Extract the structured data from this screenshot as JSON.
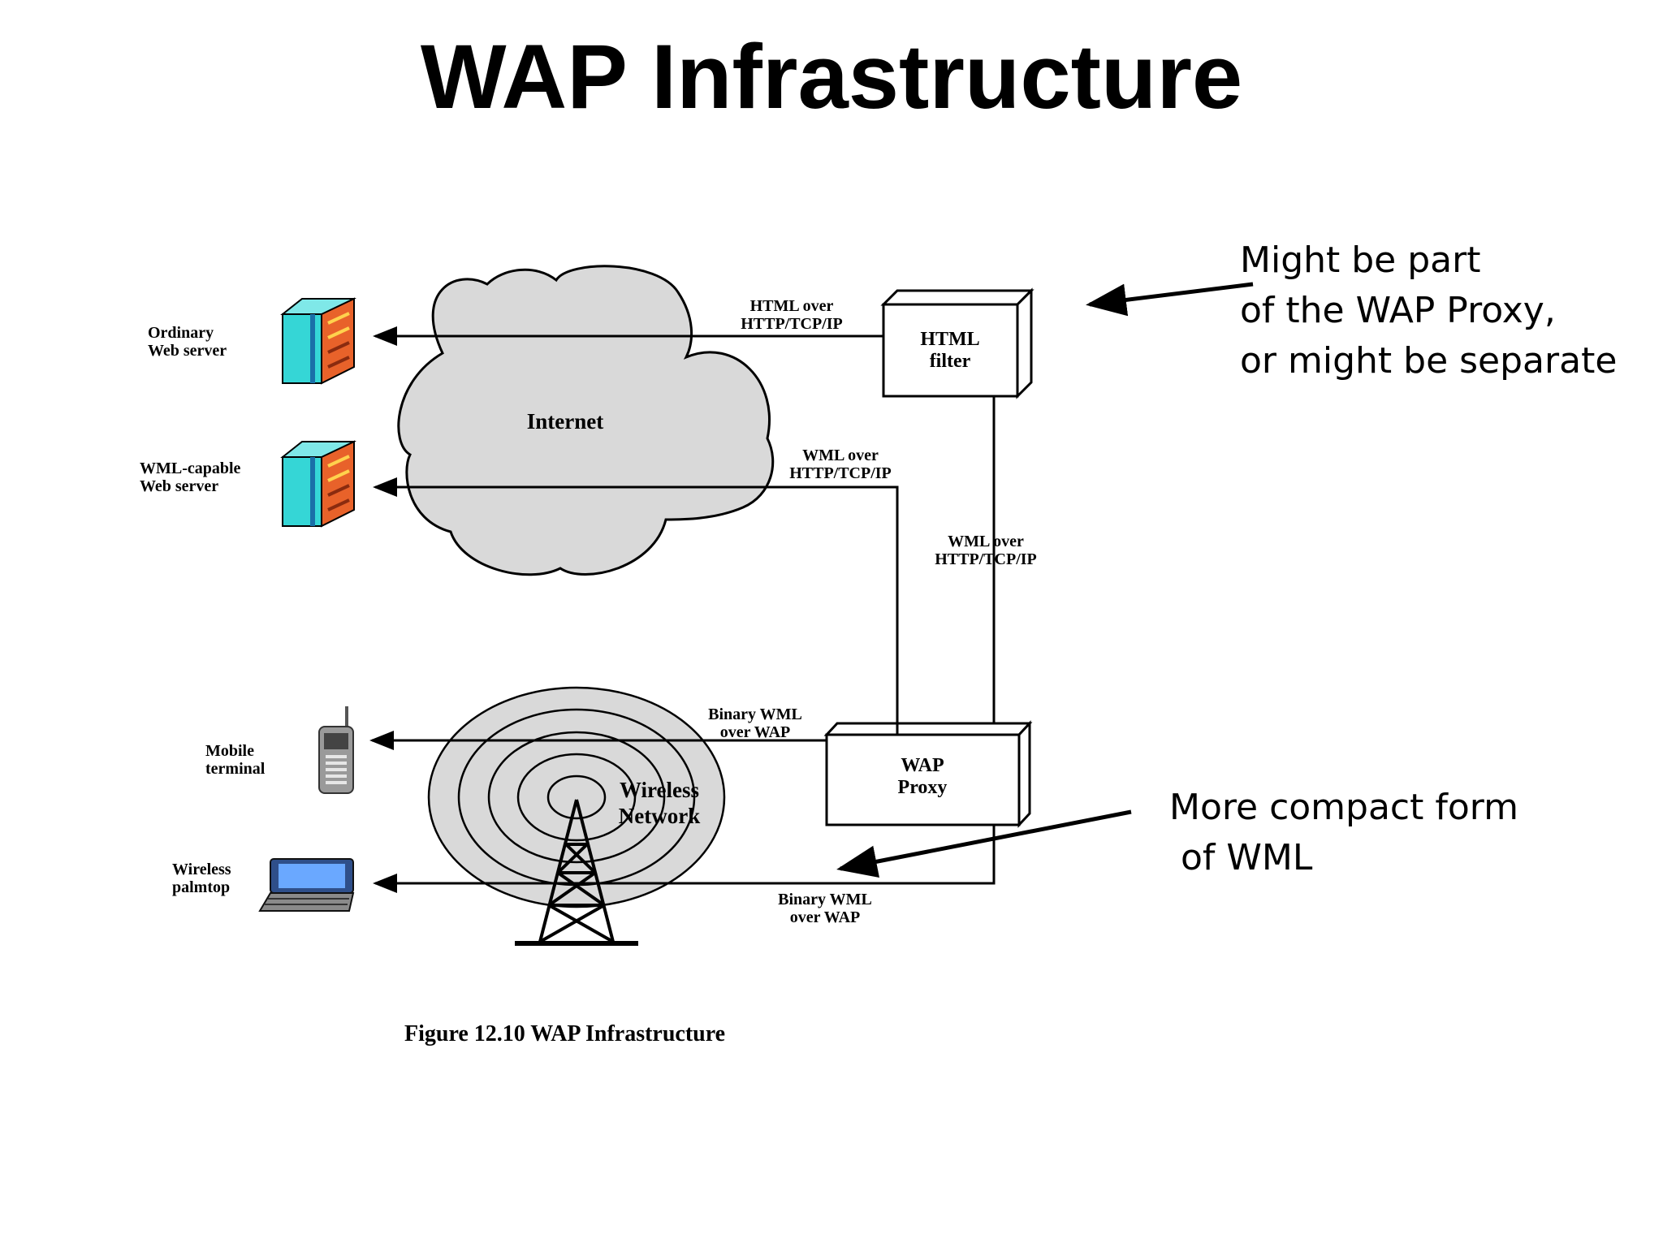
{
  "title": "WAP Infrastructure",
  "diagram": {
    "cloud_label": "Internet",
    "wireless_label": [
      "Wireless",
      "Network"
    ],
    "html_filter_label": [
      "HTML",
      "filter"
    ],
    "wap_proxy_label": [
      "WAP",
      "Proxy"
    ],
    "devices": {
      "ordinary_server": [
        "Ordinary",
        "Web server"
      ],
      "wml_server": [
        "WML-capable",
        "Web server"
      ],
      "mobile_terminal": [
        "Mobile",
        "terminal"
      ],
      "wireless_palmtop": [
        "Wireless",
        "palmtop"
      ]
    },
    "links": {
      "html_over": [
        "HTML over",
        "HTTP/TCP/IP"
      ],
      "wml_over_top": [
        "WML over",
        "HTTP/TCP/IP"
      ],
      "wml_over_right": [
        "WML over",
        "HTTP/TCP/IP"
      ],
      "binary_wml_top": [
        "Binary WML",
        "over WAP"
      ],
      "binary_wml_bottom": [
        "Binary WML",
        "over WAP"
      ]
    },
    "caption": "Figure 12.10  WAP Infrastructure"
  },
  "annotations": {
    "filter_note": [
      "Might be part",
      "of the WAP Proxy,",
      "or might be separate"
    ],
    "compact_note": [
      "More compact form",
      " of WML"
    ]
  },
  "colors": {
    "cloud_fill": "#d9d9d9",
    "server_cyan": "#35d6d6",
    "server_orange": "#e8622a",
    "screen_blue": "#6aa8ff"
  }
}
